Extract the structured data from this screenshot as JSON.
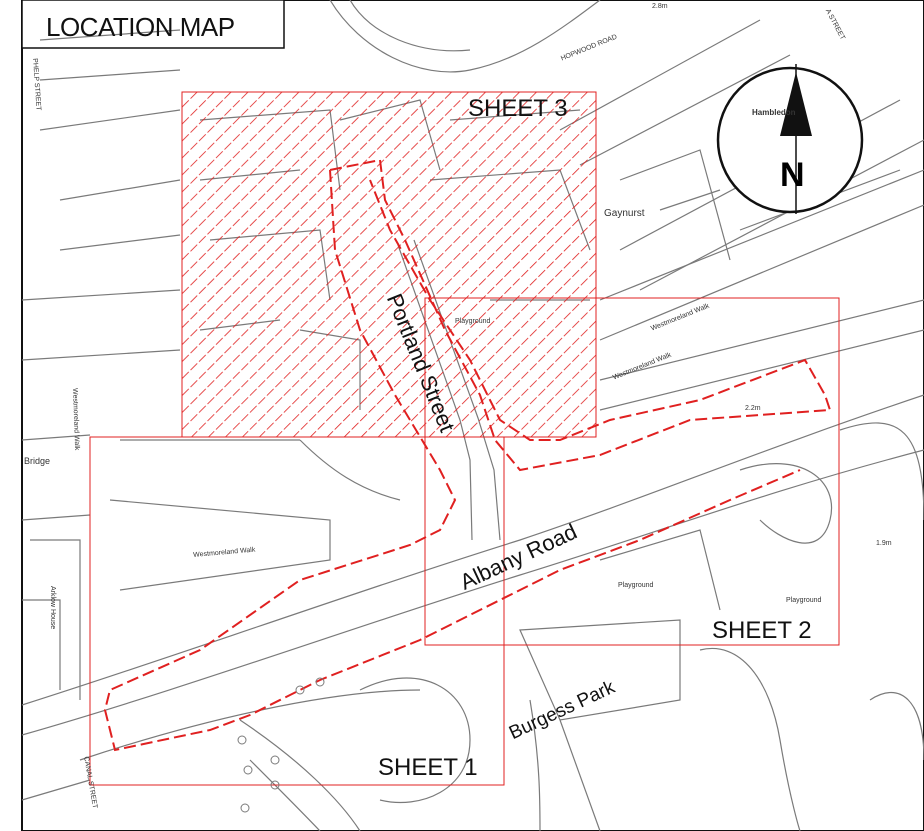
{
  "title": "LOCATION MAP",
  "north_letter": "N",
  "sheets": [
    {
      "id": "sheet1",
      "label": "SHEET 1"
    },
    {
      "id": "sheet2",
      "label": "SHEET 2"
    },
    {
      "id": "sheet3",
      "label": "SHEET 3"
    }
  ],
  "streets": {
    "portland": "Portland Street",
    "albany": "Albany Road",
    "burgess": "Burgess Park"
  },
  "small_labels": {
    "hopwood": "HOPWOOD ROAD",
    "phelp": "PHELP STREET",
    "canal": "CANAL STREET",
    "gaynurst": "Gaynurst",
    "hambledon": "Hambledon",
    "playground1": "Playground",
    "playground2": "Playground",
    "playground3": "Playground",
    "westmoreland1": "Westmoreland Walk",
    "westmoreland2": "Westmoreland Walk",
    "westmoreland3": "Westmoreland Walk",
    "westmoreland4": "Westmoreland Walk",
    "arklow": "Arklow House",
    "bridge": "Bridge",
    "spot1": "2.2m",
    "spot2": "1.9m",
    "spot3": "2.8m",
    "street_a": "A STREET"
  },
  "colors": {
    "redline": "#e02020",
    "base": "#7a7a7a"
  }
}
